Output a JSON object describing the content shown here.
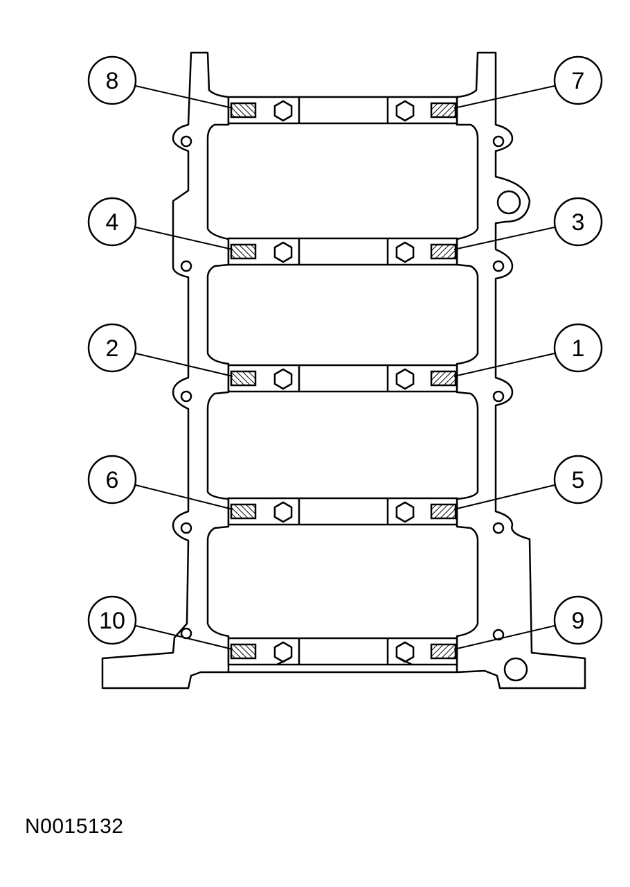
{
  "figure_id": "N0015132",
  "callouts": [
    {
      "label": "8",
      "side": "left",
      "pad_row": 0
    },
    {
      "label": "7",
      "side": "right",
      "pad_row": 0
    },
    {
      "label": "4",
      "side": "left",
      "pad_row": 1
    },
    {
      "label": "3",
      "side": "right",
      "pad_row": 1
    },
    {
      "label": "2",
      "side": "left",
      "pad_row": 2
    },
    {
      "label": "1",
      "side": "right",
      "pad_row": 2
    },
    {
      "label": "6",
      "side": "left",
      "pad_row": 3
    },
    {
      "label": "5",
      "side": "right",
      "pad_row": 3
    },
    {
      "label": "10",
      "side": "left",
      "pad_row": 4
    },
    {
      "label": "9",
      "side": "right",
      "pad_row": 4
    }
  ]
}
